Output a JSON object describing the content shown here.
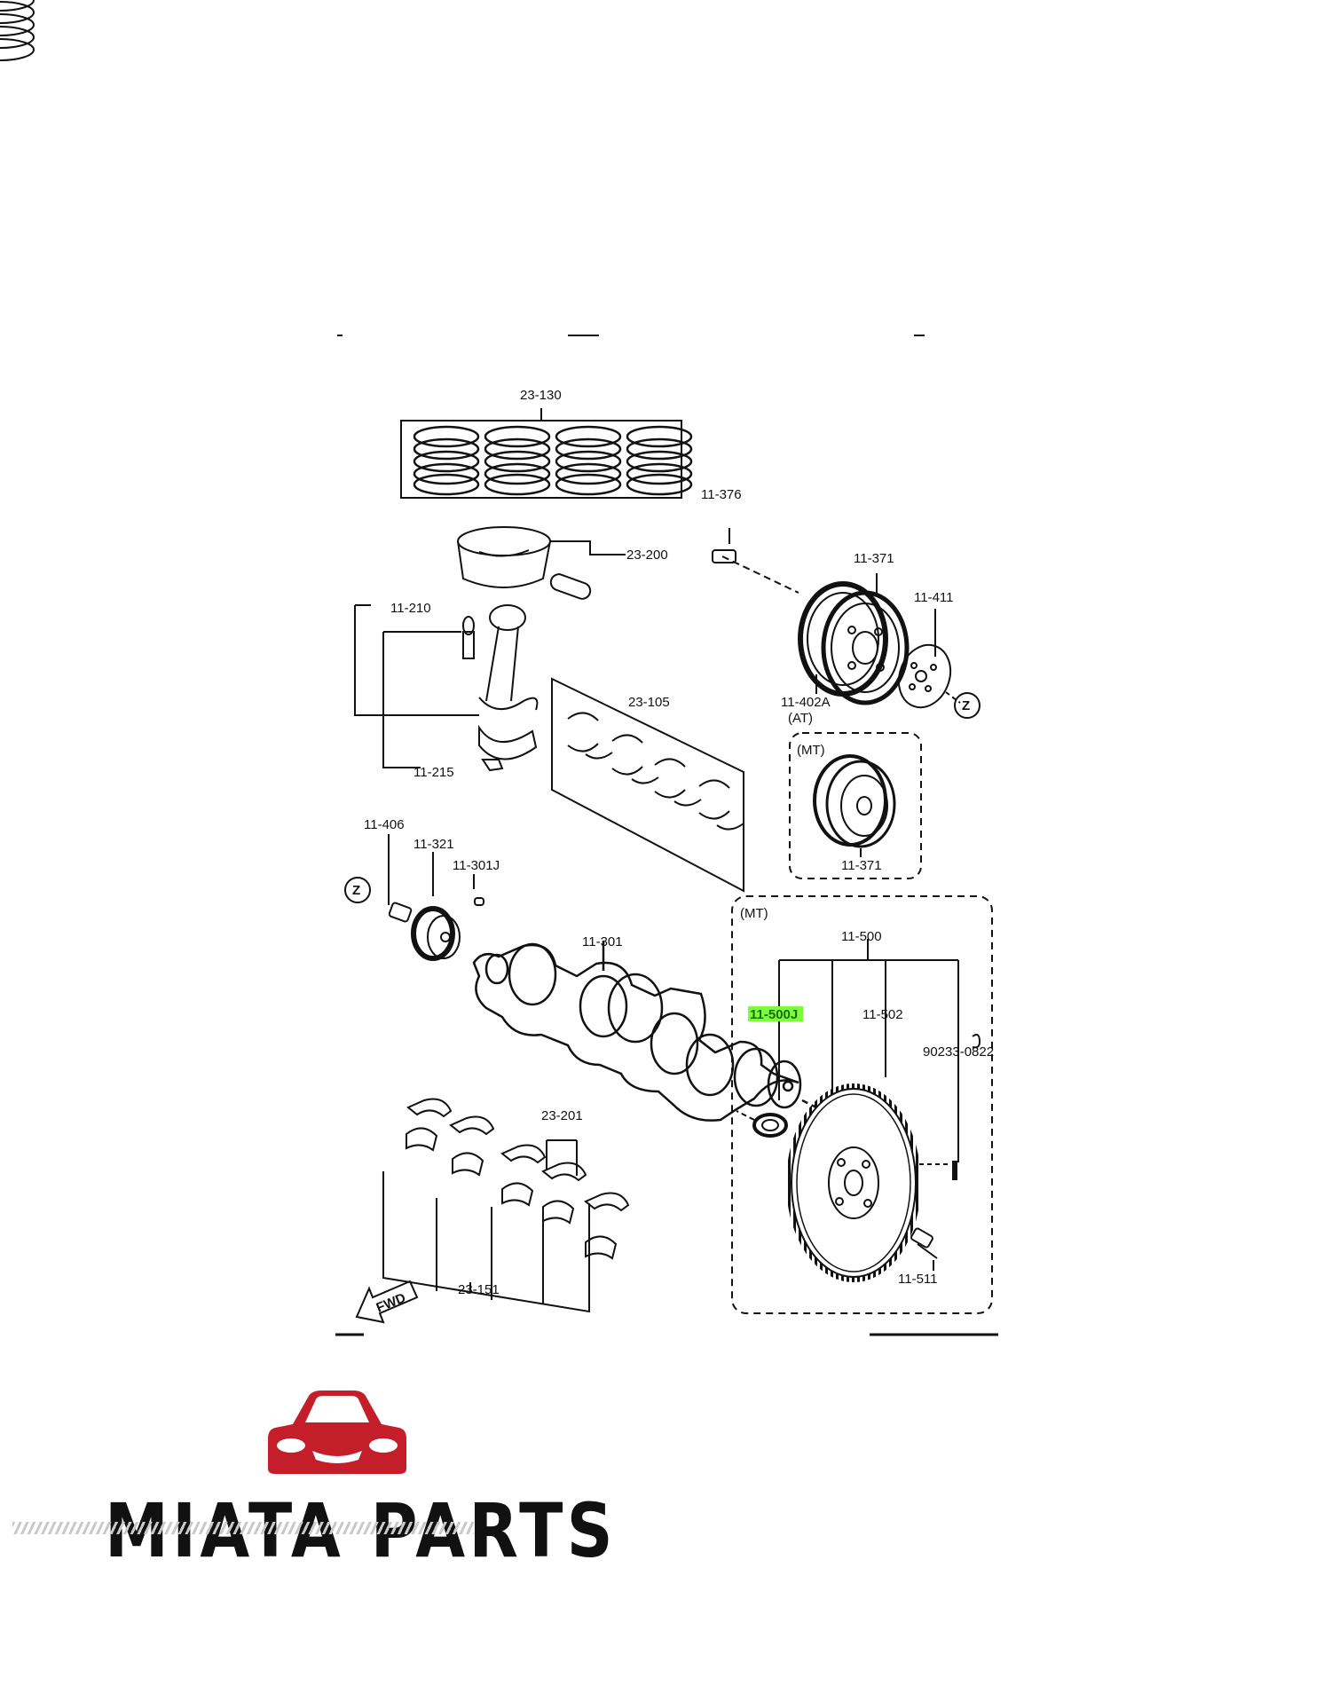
{
  "diagram": {
    "labels": {
      "piston_rings": "23-130",
      "pulley_bolt": "11-376",
      "piston": "23-200",
      "pulley_at": "11-371",
      "plate": "11-411",
      "conrod": "11-210",
      "conrod_bearing": "23-105",
      "damper": "11-402A",
      "at_note": "(AT)",
      "conrod_nut": "11-215",
      "mt_note_pulley": "(MT)",
      "pulley_mt": "11-371",
      "sprocket_bolt": "11-406",
      "timing_sprocket": "11-321",
      "key": "11-301J",
      "crankshaft": "11-301",
      "mt_note_flywheel": "(MT)",
      "flywheel_assy": "11-500",
      "pilot_bearing": "11-500J",
      "flywheel": "11-502",
      "dowel": "90233-0822",
      "thrust_bearing": "23-201",
      "main_bearing": "23-151",
      "flywheel_bolt": "11-511",
      "z_marker": "Z",
      "fwd_marker": "FWD"
    },
    "highlight_color": "#7CFC3C"
  },
  "brand": {
    "name": "MIATA PARTS",
    "logo_icon": "car-front-icon",
    "logo_color": "#C41E2A"
  }
}
